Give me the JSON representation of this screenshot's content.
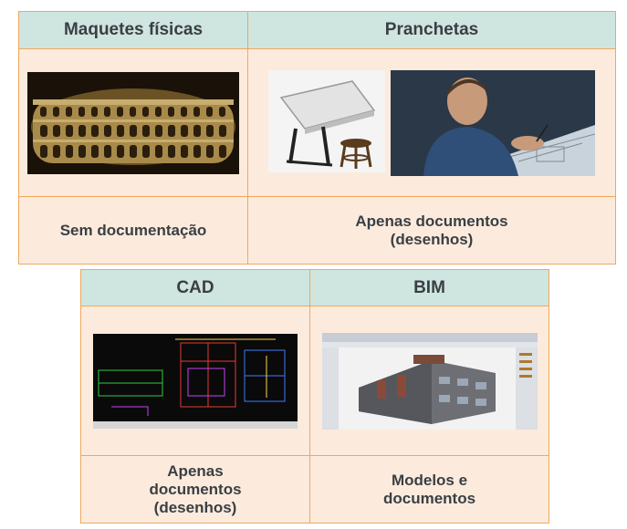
{
  "top_table": {
    "headers": [
      "Maquetes físicas",
      "Pranchetas"
    ],
    "labels": [
      "Sem documentação",
      "Apenas documentos (desenhos)"
    ]
  },
  "bottom_table": {
    "headers": [
      "CAD",
      "BIM"
    ],
    "labels": [
      "Apenas documentos (desenhos)",
      "Modelos e documentos"
    ]
  },
  "colors": {
    "header_bg": "#cfe5e0",
    "cell_bg": "#fcebdc",
    "border": "#f0a75c",
    "text": "#3a3f44"
  }
}
